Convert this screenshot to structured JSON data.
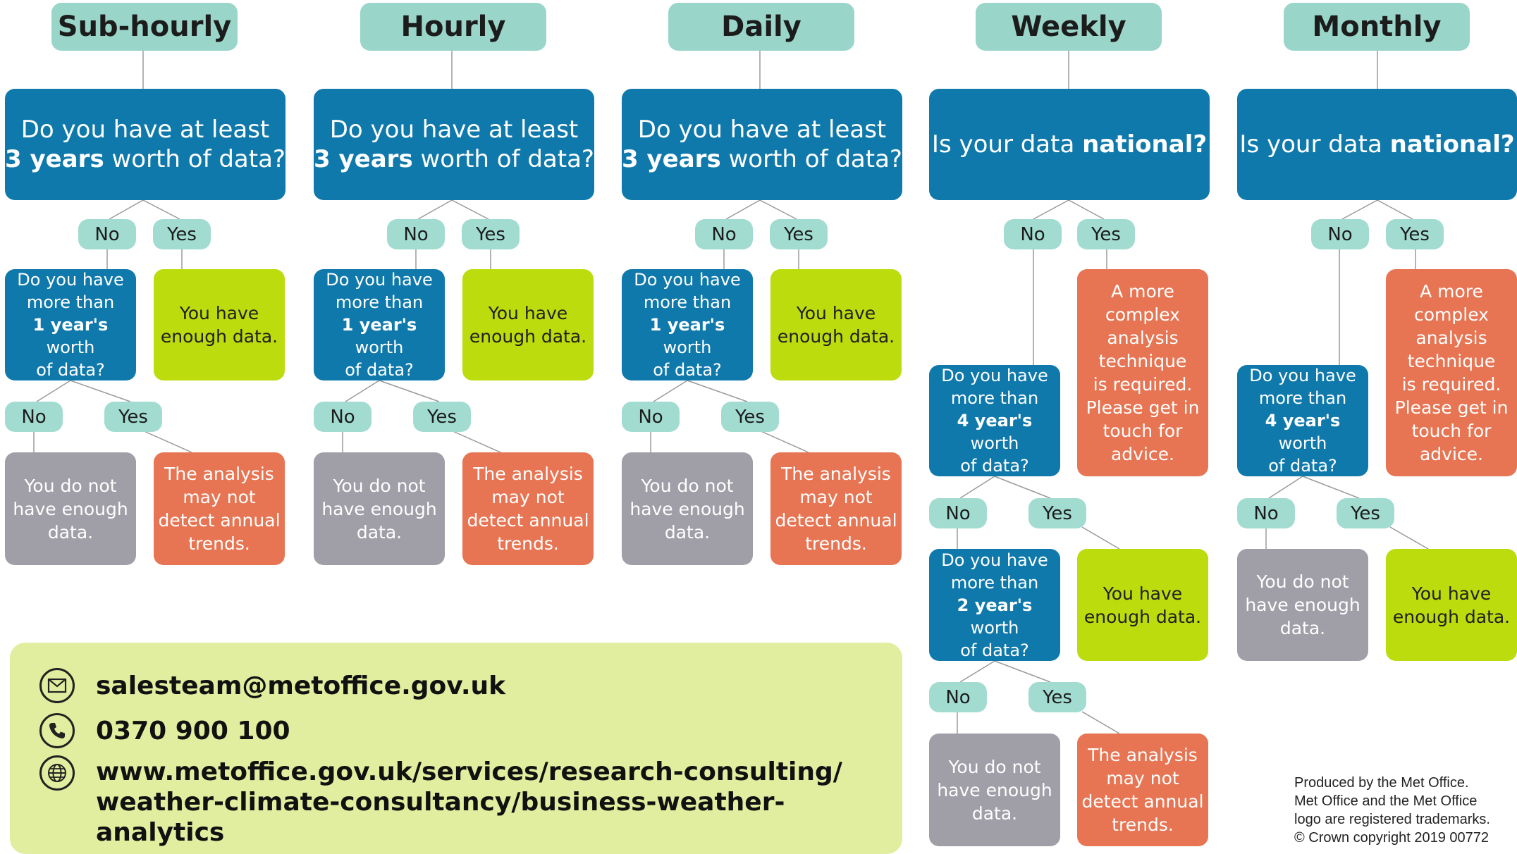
{
  "columns": [
    {
      "id": "sub-hourly",
      "header": "Sub-hourly",
      "question": {
        "pre": "Do you have at least\n",
        "bold": "3 years",
        "post": " worth of data?"
      },
      "no": "No",
      "yes": "Yes",
      "sub_question": {
        "pre": "Do you have\nmore than\n",
        "bold": "1 year's",
        "post": " worth\nof data?"
      },
      "yes_outcome": "You have\nenough data.",
      "sub_no": "No",
      "sub_yes": "Yes",
      "no_outcome": "You do not\nhave enough\ndata.",
      "sub_yes_outcome": "The analysis\nmay not\ndetect annual\ntrends."
    },
    {
      "id": "hourly",
      "header": "Hourly",
      "question": {
        "pre": "Do you have at least\n",
        "bold": "3 years",
        "post": " worth of data?"
      },
      "no": "No",
      "yes": "Yes",
      "sub_question": {
        "pre": "Do you have\nmore than\n",
        "bold": "1 year's",
        "post": " worth\nof data?"
      },
      "yes_outcome": "You have\nenough data.",
      "sub_no": "No",
      "sub_yes": "Yes",
      "no_outcome": "You do not\nhave enough\ndata.",
      "sub_yes_outcome": "The analysis\nmay not\ndetect annual\ntrends."
    },
    {
      "id": "daily",
      "header": "Daily",
      "question": {
        "pre": "Do you have at least\n",
        "bold": "3 years",
        "post": " worth of data?"
      },
      "no": "No",
      "yes": "Yes",
      "sub_question": {
        "pre": "Do you have\nmore than\n",
        "bold": "1 year's",
        "post": " worth\nof data?"
      },
      "yes_outcome": "You have\nenough data.",
      "sub_no": "No",
      "sub_yes": "Yes",
      "no_outcome": "You do not\nhave enough\ndata.",
      "sub_yes_outcome": "The analysis\nmay not\ndetect annual\ntrends."
    },
    {
      "id": "weekly",
      "header": "Weekly",
      "question": {
        "pre": "Is your data ",
        "bold": "national?",
        "post": ""
      },
      "no": "No",
      "yes": "Yes",
      "yes_outcome": "A more\ncomplex\nanalysis\ntechnique\nis required.\nPlease get in\ntouch for\nadvice.",
      "sub_question": {
        "pre": "Do you have\nmore than\n",
        "bold": "4 year's",
        "post": " worth\nof data?"
      },
      "sub_no": "No",
      "sub_yes": "Yes",
      "sub_yes_outcome": "You have\nenough data.",
      "third_question": {
        "pre": "Do you have\nmore than\n",
        "bold": "2 year's",
        "post": " worth\nof data?"
      },
      "third_no": "No",
      "third_yes": "Yes",
      "no_outcome": "You do not\nhave enough\ndata.",
      "third_yes_outcome": "The analysis\nmay not\ndetect annual\ntrends."
    },
    {
      "id": "monthly",
      "header": "Monthly",
      "question": {
        "pre": "Is your data ",
        "bold": "national?",
        "post": ""
      },
      "no": "No",
      "yes": "Yes",
      "yes_outcome": "A more\ncomplex\nanalysis\ntechnique\nis required.\nPlease get in\ntouch for\nadvice.",
      "sub_question": {
        "pre": "Do you have\nmore than\n",
        "bold": "4 year's",
        "post": " worth\nof data?"
      },
      "sub_no": "No",
      "sub_yes": "Yes",
      "no_outcome": "You do not\nhave enough\ndata.",
      "sub_yes_outcome": "You have\nenough data."
    }
  ],
  "contact": {
    "email": "salesteam@metoffice.gov.uk",
    "phone": "0370 900 100",
    "url": "www.metoffice.gov.uk/services/research-consulting/\nweather-climate-consultancy/business-weather-analytics",
    "email_icon": "envelope-icon",
    "phone_icon": "phone-icon",
    "web_icon": "globe-icon"
  },
  "credit": "Produced by the Met Office.\nMet Office and the Met Office\nlogo are registered trademarks.\n© Crown copyright 2019  00772",
  "colors": {
    "header": "#99d6c9",
    "question": "#0f79ab",
    "pill": "#a2dcd1",
    "enough": "#bcdc0d",
    "not_enough": "#a09ea7",
    "caution": "#e77452",
    "contact_bg": "#e1ee9f"
  }
}
